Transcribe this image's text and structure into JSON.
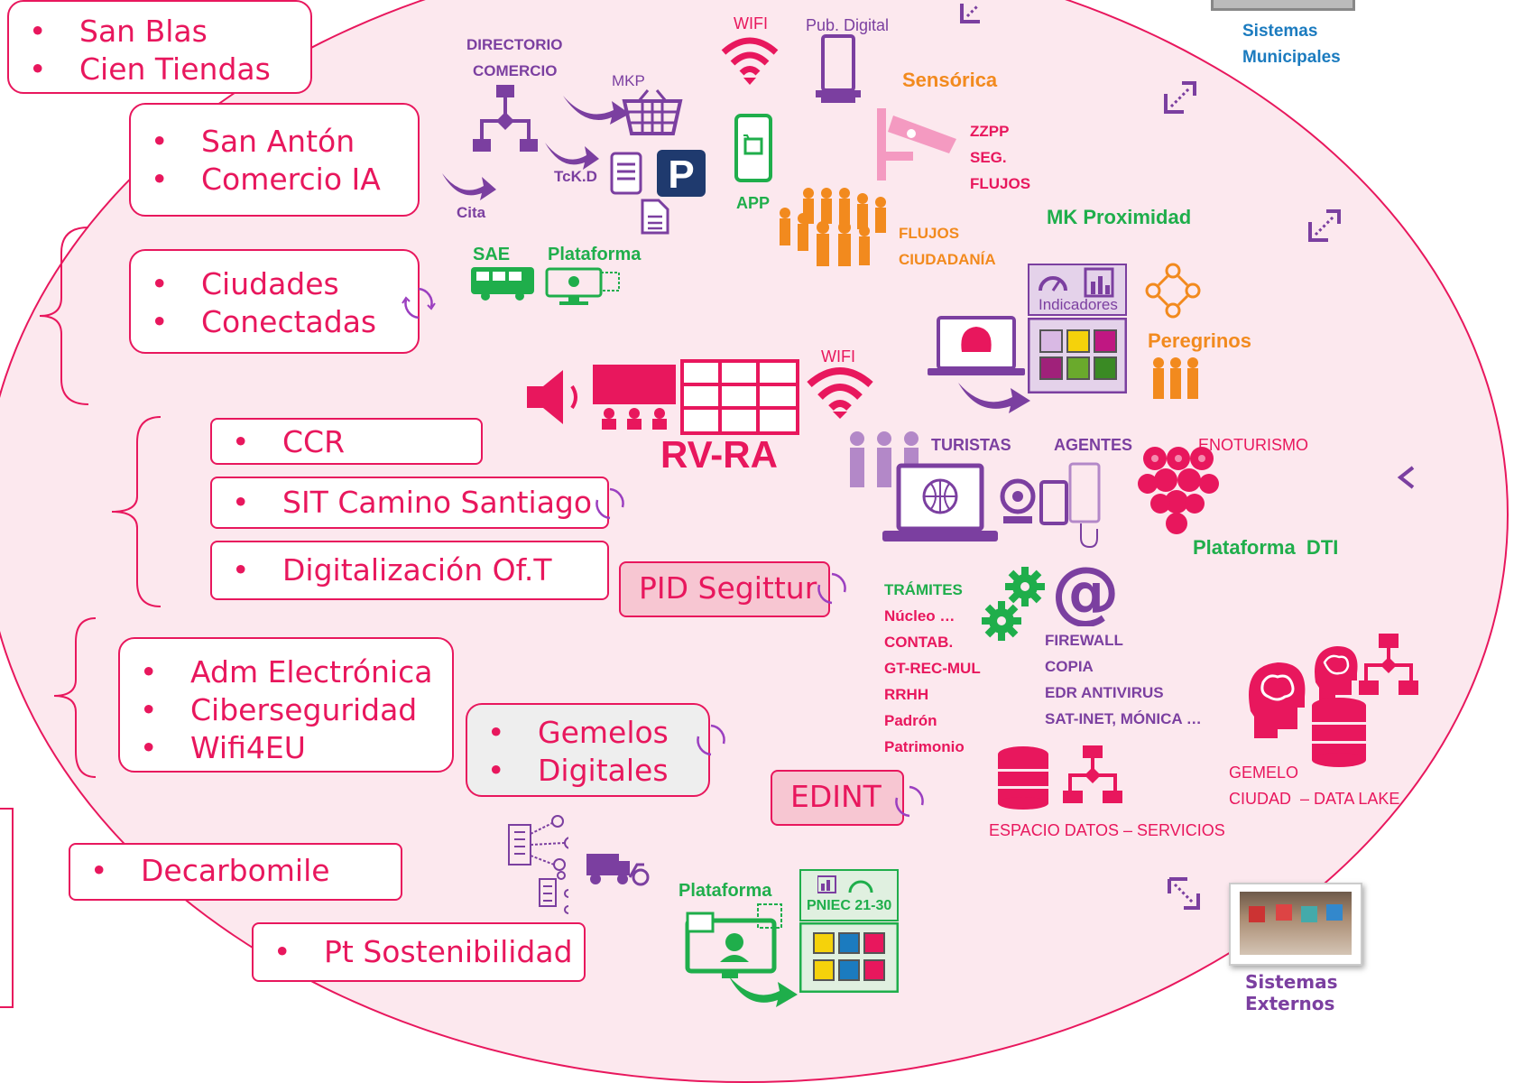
{
  "colors": {
    "accent": "#e8175d",
    "purple": "#7b3fa0",
    "orange": "#f28a1e",
    "green": "#1fae4b",
    "blue": "#1b7bbf",
    "background": "#fce8ee"
  },
  "boxes": {
    "b1": [
      "San Blas",
      "Cien Tiendas"
    ],
    "b2": [
      "San Antón",
      "Comercio IA"
    ],
    "b3": [
      "Ciudades",
      "Conectadas"
    ],
    "b4": "CCR",
    "b5": "SIT Camino Santiago",
    "b6": "Digitalización Of.T",
    "pid": "PID Segittur",
    "b7": [
      "Adm Electrónica",
      "Ciberseguridad",
      "Wifi4EU"
    ],
    "gemelos": [
      "Gemelos",
      "Digitales"
    ],
    "edint": "EDINT",
    "b8": "Decarbomile",
    "b9": "Pt Sostenibilidad"
  },
  "labels": {
    "directorio": "DIRECTORIO",
    "comercio": "COMERCIO",
    "mkp": "MKP",
    "tckd": "TcK.D",
    "cita": "Cita",
    "wifi_top": "WIFI",
    "pub_digital": "Pub. Digital",
    "sensorica": "Sensórica",
    "app": "APP",
    "zzpp": "ZZPP",
    "seg": "SEG.",
    "flujos": "FLUJOS",
    "flujos2": "FLUJOS",
    "ciudadania": "CIUDADANÍA",
    "mk_proximidad": "MK Proximidad",
    "sae": "SAE",
    "plataforma1": "Plataforma",
    "indicadores": "Indicadores",
    "peregrinos": "Peregrinos",
    "wifi_mid": "WIFI",
    "rv_ra": "RV-RA",
    "turistas": "TURISTAS",
    "agentes": "AGENTES",
    "enoturismo": "ENOTURISMO",
    "plataforma_dti": "Plataforma  DTI",
    "tramites": "TRÁMITES",
    "tramites_list": [
      "Núcleo …",
      "CONTAB.",
      "GT-REC-MUL",
      "RRHH",
      "Padrón",
      "Patrimonio"
    ],
    "security_list": [
      "FIREWALL",
      "COPIA",
      "EDR ANTIVIRUS",
      "SAT-INET, MÓNICA …"
    ],
    "gemelo": "GEMELO",
    "ciudad_datalake": "CIUDAD  – DATA LAKE",
    "espacio_datos": "ESPACIO DATOS – SERVICIOS",
    "plataforma2": "Plataforma",
    "pniec": "PNIEC 21-30",
    "sistemas_municipales": [
      "Sistemas",
      "Municipales"
    ],
    "sistemas_externos": [
      "Sistemas",
      "Externos"
    ]
  },
  "icons": [
    "flowchart-icon",
    "basket-icon",
    "parking-icon",
    "ticket-icon",
    "document-icon",
    "wifi-icon",
    "tablet-icon",
    "phone-app-icon",
    "camera-icon",
    "people-icon",
    "bus-icon",
    "platform-icon",
    "dashboard-icon",
    "grid-icon",
    "laptop-shell-icon",
    "network-people-icon",
    "speaker-icon",
    "truck-audience-icon",
    "video-wall-icon",
    "globe-laptop-icon",
    "webcam-icon",
    "grapes-icon",
    "gears-icon",
    "at-icon",
    "database-icon",
    "brain-head-icon",
    "building-icon",
    "delivery-bike-icon",
    "expand-arrow-icon",
    "refresh-icon"
  ]
}
